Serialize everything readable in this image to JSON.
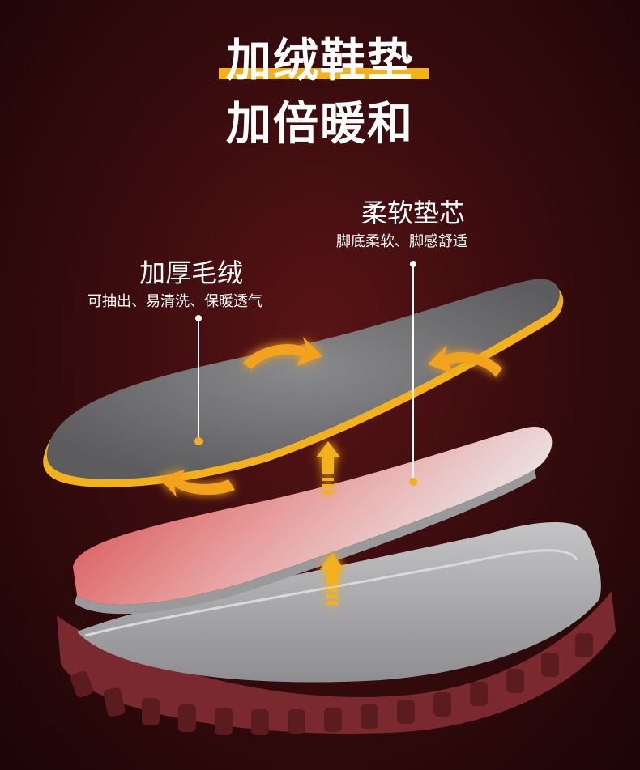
{
  "headline": {
    "line1": "加绒鞋垫",
    "line2": "加倍暖和"
  },
  "callouts": {
    "fleece": {
      "title": "加厚毛绒",
      "subtitle": "可抽出、易清洗、保暖透气"
    },
    "core": {
      "title": "柔软垫芯",
      "subtitle": "脚底柔软、脚感舒适"
    }
  },
  "colors": {
    "accent": "#f3b21b",
    "fleece": "#6e6e70",
    "sole_rubber": "#7a2a2e",
    "midsole": "#a9a9ab"
  }
}
